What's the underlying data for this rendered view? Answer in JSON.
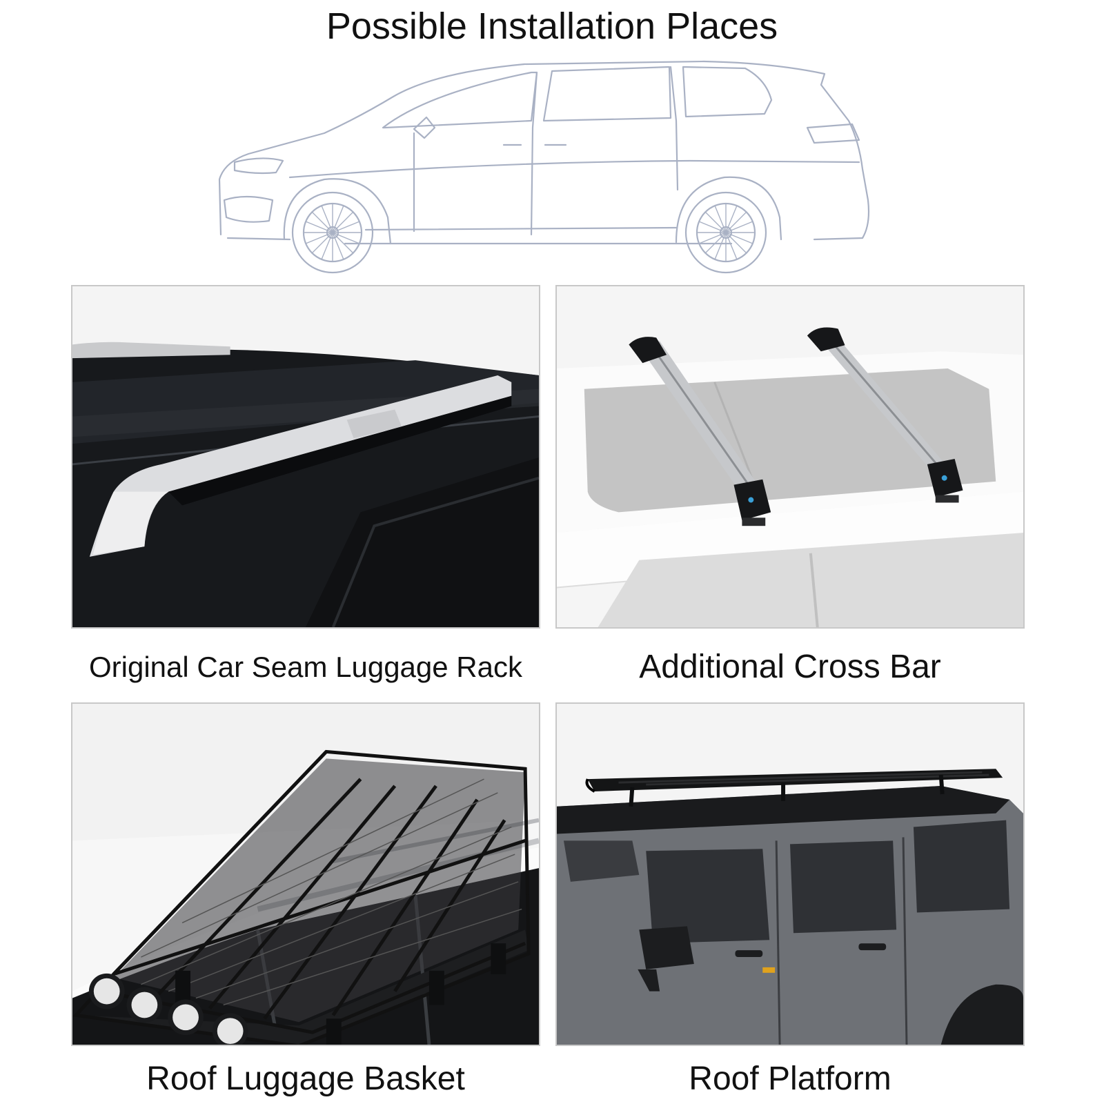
{
  "title": "Possible Installation Places",
  "sketch": {
    "icon": "suv-outline-sketch"
  },
  "panels": [
    {
      "caption": "Original Car Seam Luggage Rack",
      "icon": "roof-rail-photo"
    },
    {
      "caption": "Additional Cross Bar",
      "icon": "cross-bar-photo"
    },
    {
      "caption": "Roof Luggage Basket",
      "icon": "luggage-basket-photo"
    },
    {
      "caption": "Roof Platform",
      "icon": "roof-platform-photo"
    }
  ],
  "colors": {
    "sketch_line": "#a9b1c4",
    "rail_silver": "#d9dadc",
    "car_black": "#17191c",
    "car_white": "#f6f6f6",
    "jeep_gray": "#6f7276"
  }
}
